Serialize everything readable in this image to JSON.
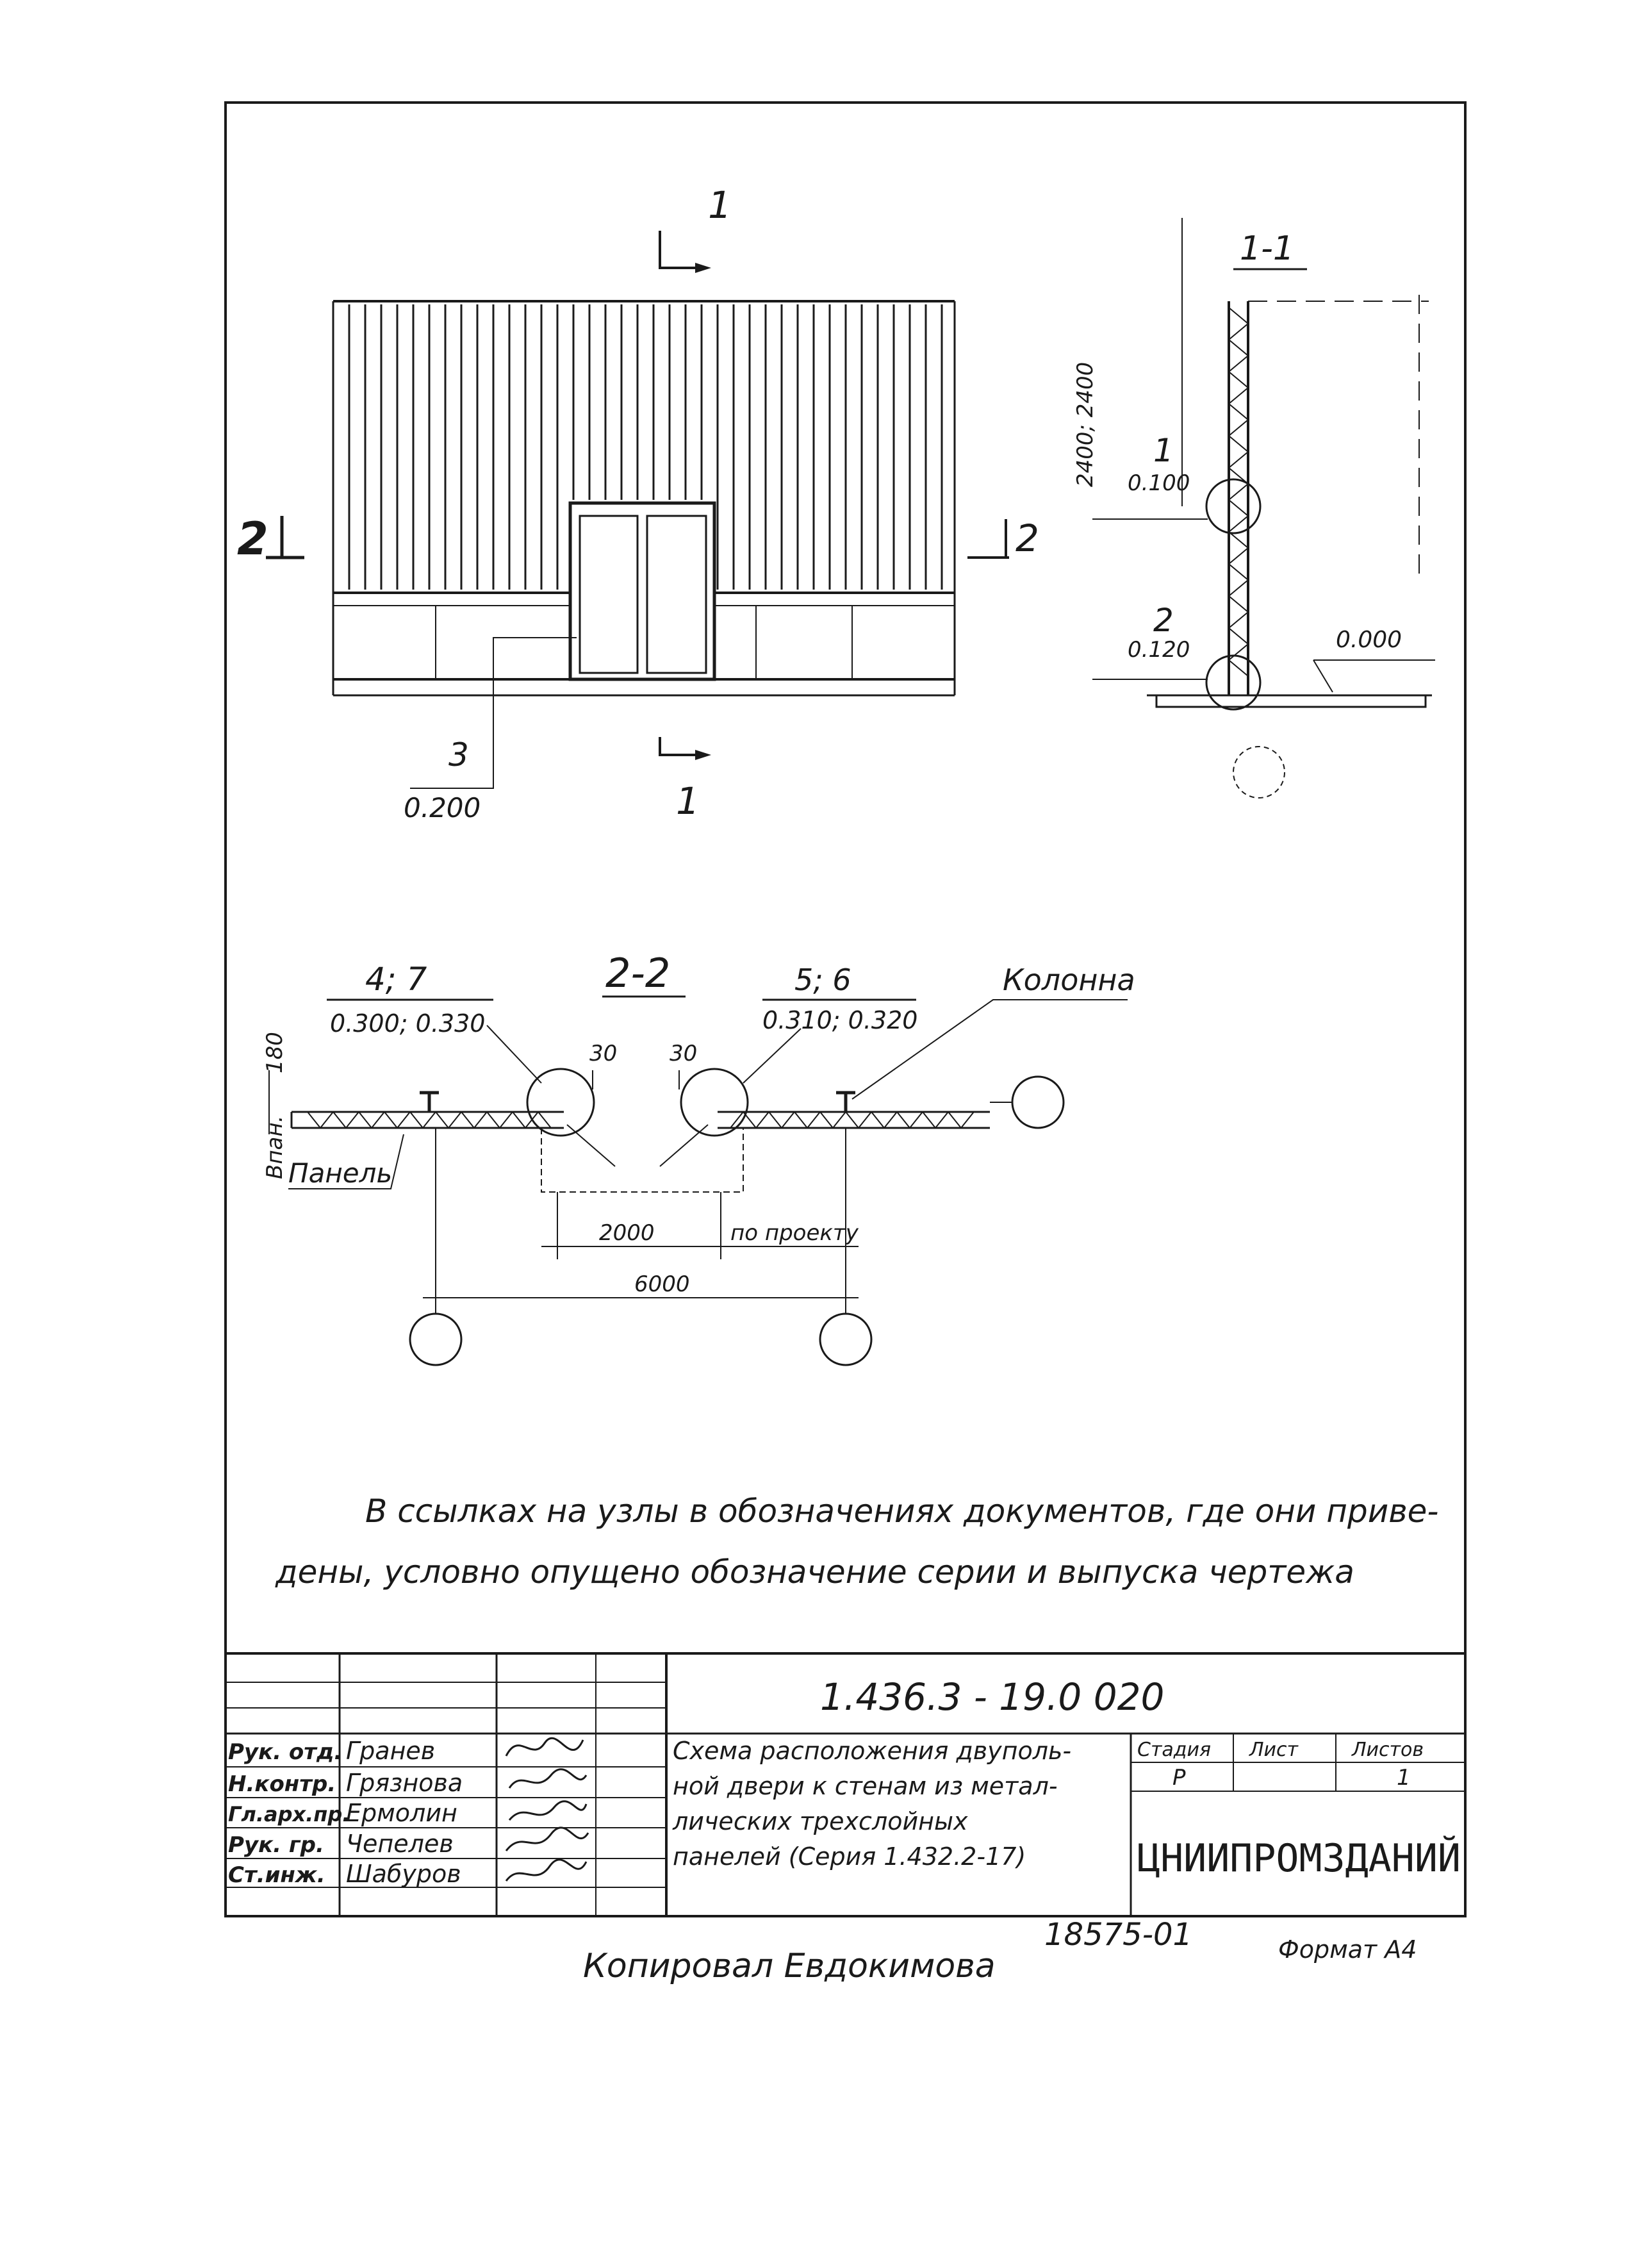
{
  "elevation": {
    "section_mark": "1",
    "section_mark_bottom": "1",
    "plan_mark_left": "2",
    "plan_mark_right": "2",
    "node_ref_3": {
      "num": "3",
      "sheet": "0.200"
    }
  },
  "section_1_1": {
    "title": "1-1",
    "dim_height": "2400; 2400",
    "node_1": {
      "num": "1",
      "sheet": "0.100"
    },
    "node_2": {
      "num": "2",
      "sheet": "0.120"
    },
    "level": "0.000"
  },
  "plan_2_2": {
    "title": "2-2",
    "node_left": {
      "num": "4; 7",
      "sheet": "0.300; 0.330"
    },
    "node_right": {
      "num": "5; 6",
      "sheet": "0.310; 0.320"
    },
    "label_column": "Колонна",
    "label_panel": "Панель",
    "dim_180": "180",
    "dim_bpan": "Впан.",
    "dim_30_left": "30",
    "dim_30_right": "30",
    "dim_door": "2000",
    "dim_project": "по проекту",
    "dim_span": "6000"
  },
  "note": {
    "line1": "В ссылках на узлы в обозначениях документов, где они приве-",
    "line2": "дены, условно опущено обозначение серии и выпуска чертежа"
  },
  "title_block": {
    "doc_code": "1.436.3 - 19.0  020",
    "roles": [
      "Рук. отд.",
      "Н.контр.",
      "Гл.арх.пр.",
      "Рук. гр.",
      "Ст.инж."
    ],
    "names": [
      "Гранев",
      "Грязнова",
      "Ермолин",
      "Чепелев",
      "Шабуров"
    ],
    "title_lines": [
      "Схема расположения двуполь-",
      "ной двери к стенам из метал-",
      "лических трехслойных",
      "панелей (Серия 1.432.2-17)"
    ],
    "stage_label": "Стадия",
    "sheet_label": "Лист",
    "sheets_label": "Листов",
    "stage": "Р",
    "sheets": "1",
    "org": "ЦНИИПРОМЗДАНИЙ"
  },
  "footer": {
    "copied": "Копировал   Евдокимова",
    "number": "18575-01",
    "format": "Формат А4"
  }
}
